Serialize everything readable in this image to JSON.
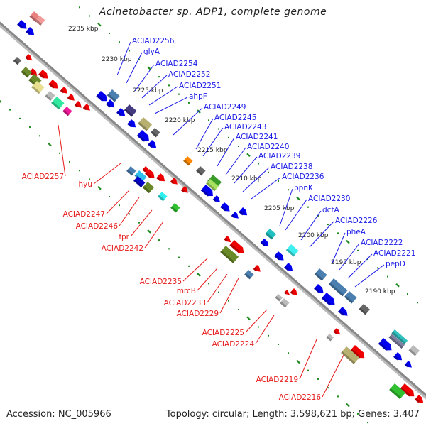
{
  "title": "Acinetobacter sp. ADP1, complete genome",
  "footer": {
    "accession": "Accession: NC_005966",
    "summary": "Topology: circular; Length: 3,598,621 bp; Genes: 3,407"
  },
  "colors": {
    "forward_label": "#1a1ae6",
    "reverse_label": "#e61a1a",
    "backbone": "#888888",
    "tick": "#1f8a1f"
  },
  "kbp_ticks": [
    "2235 kbp",
    "2230 kbp",
    "2225 kbp",
    "2220 kbp",
    "2215 kbp",
    "2210 kbp",
    "2205 kbp",
    "2200 kbp",
    "2195 kbp",
    "2190 kbp"
  ],
  "forward_labels": [
    "ACIAD2256",
    "glyA",
    "ACIAD2254",
    "ACIAD2252",
    "ACIAD2251",
    "ahpF",
    "ACIAD2249",
    "ACIAD2245",
    "ACIAD2243",
    "ACIAD2241",
    "ACIAD2240",
    "ACIAD2239",
    "ACIAD2238",
    "ACIAD2236",
    "ppnK",
    "ACIAD2230",
    "dctA",
    "ACIAD2226",
    "pheA",
    "ACIAD2222",
    "ACIAD2221",
    "pepD"
  ],
  "reverse_labels": [
    "ACIAD2257",
    "hyu",
    "ACIAD2247",
    "ACIAD2246",
    "fpr",
    "ACIAD2242",
    "ACIAD2235",
    "mrcB",
    "ACIAD2233",
    "ACIAD2229",
    "ACIAD2225",
    "ACIAD2224",
    "ACIAD2219",
    "ACIAD2216"
  ]
}
